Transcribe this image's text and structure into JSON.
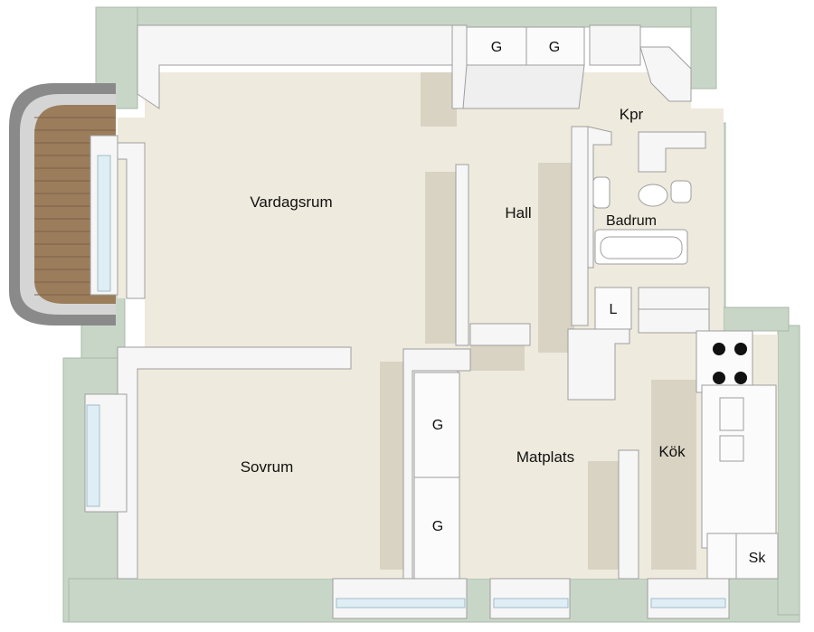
{
  "rooms": {
    "vardagsrum": "Vardagsrum",
    "hall": "Hall",
    "kpr": "Kpr",
    "badrum": "Badrum",
    "sovrum": "Sovrum",
    "matplats": "Matplats",
    "kok": "Kök"
  },
  "fixtures": {
    "wardrobe_1": "G",
    "wardrobe_2": "G",
    "wardrobe_3": "G",
    "wardrobe_4": "G",
    "linen": "L",
    "dishwasher": "Sk"
  },
  "colors": {
    "outer_wall": "#c8d6c8",
    "floor": "#eeeadd",
    "inner_wall": "#f4f4f4",
    "balcony_deck": "#9b7d5c",
    "balcony_rim": "#8a8a8a",
    "stove_plate": "#111111"
  }
}
